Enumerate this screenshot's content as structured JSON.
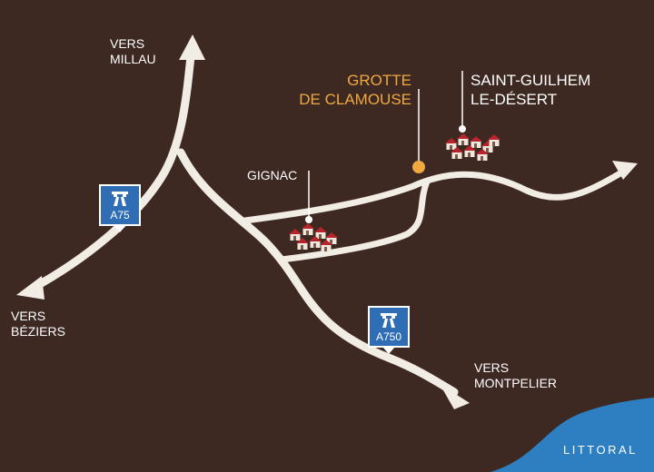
{
  "colors": {
    "background": "#3d2822",
    "road": "#f2ede4",
    "sea": "#2e7fc1",
    "sign": "#2f6db5",
    "highlight": "#f0a941",
    "village_roof": "#b8242c"
  },
  "places": {
    "millau": {
      "line1": "VERS",
      "line2": "MILLAU"
    },
    "beziers": {
      "line1": "VERS",
      "line2": "BÉZIERS"
    },
    "montpelier": {
      "line1": "VERS",
      "line2": "MONTPELIER"
    },
    "gignac": "GIGNAC",
    "saint_guilhem": {
      "line1": "SAINT-GUILHEM",
      "line2": "LE-DÉSERT"
    },
    "grotte": {
      "line1": "GROTTE",
      "line2": "DE CLAMOUSE"
    },
    "sea": "LITTORAL"
  },
  "highways": {
    "a75": {
      "label": "A75",
      "icon": "motorway-icon"
    },
    "a750": {
      "label": "A750",
      "icon": "motorway-icon"
    }
  }
}
